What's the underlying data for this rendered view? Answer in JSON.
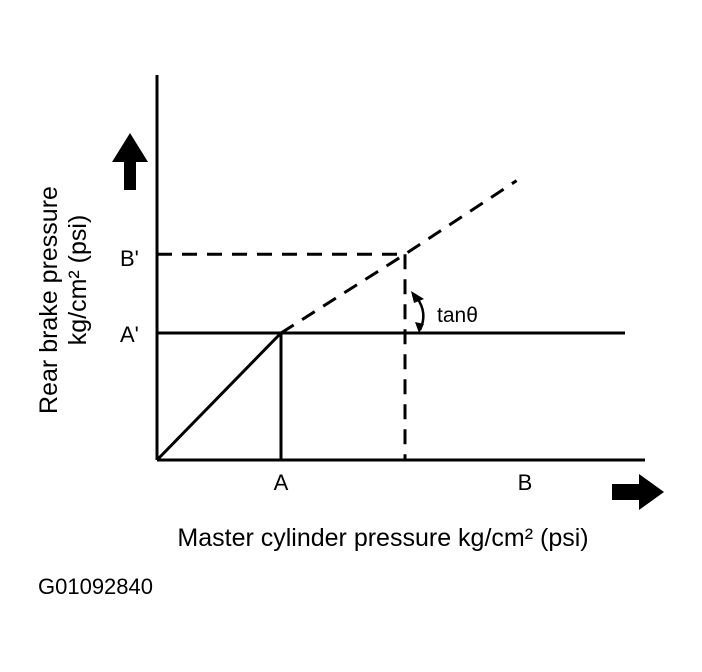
{
  "chart_data": {
    "type": "line",
    "title": "",
    "xlabel": "Master cylinder pressure  kg/cm² (psi)",
    "ylabel": "Rear brake pressure",
    "ylabel_unit": "kg/cm² (psi)",
    "x_ticks": [
      "A",
      "B"
    ],
    "y_ticks": [
      "A'",
      "B'"
    ],
    "x": [
      0,
      1,
      2,
      2.9
    ],
    "series": [
      {
        "values": [
          0,
          1,
          1.62,
          2.2
        ]
      }
    ],
    "annotation": "tanθ",
    "grid": false,
    "line_color": "#000000",
    "background": "#ffffff"
  },
  "figure_id": "G01092840"
}
